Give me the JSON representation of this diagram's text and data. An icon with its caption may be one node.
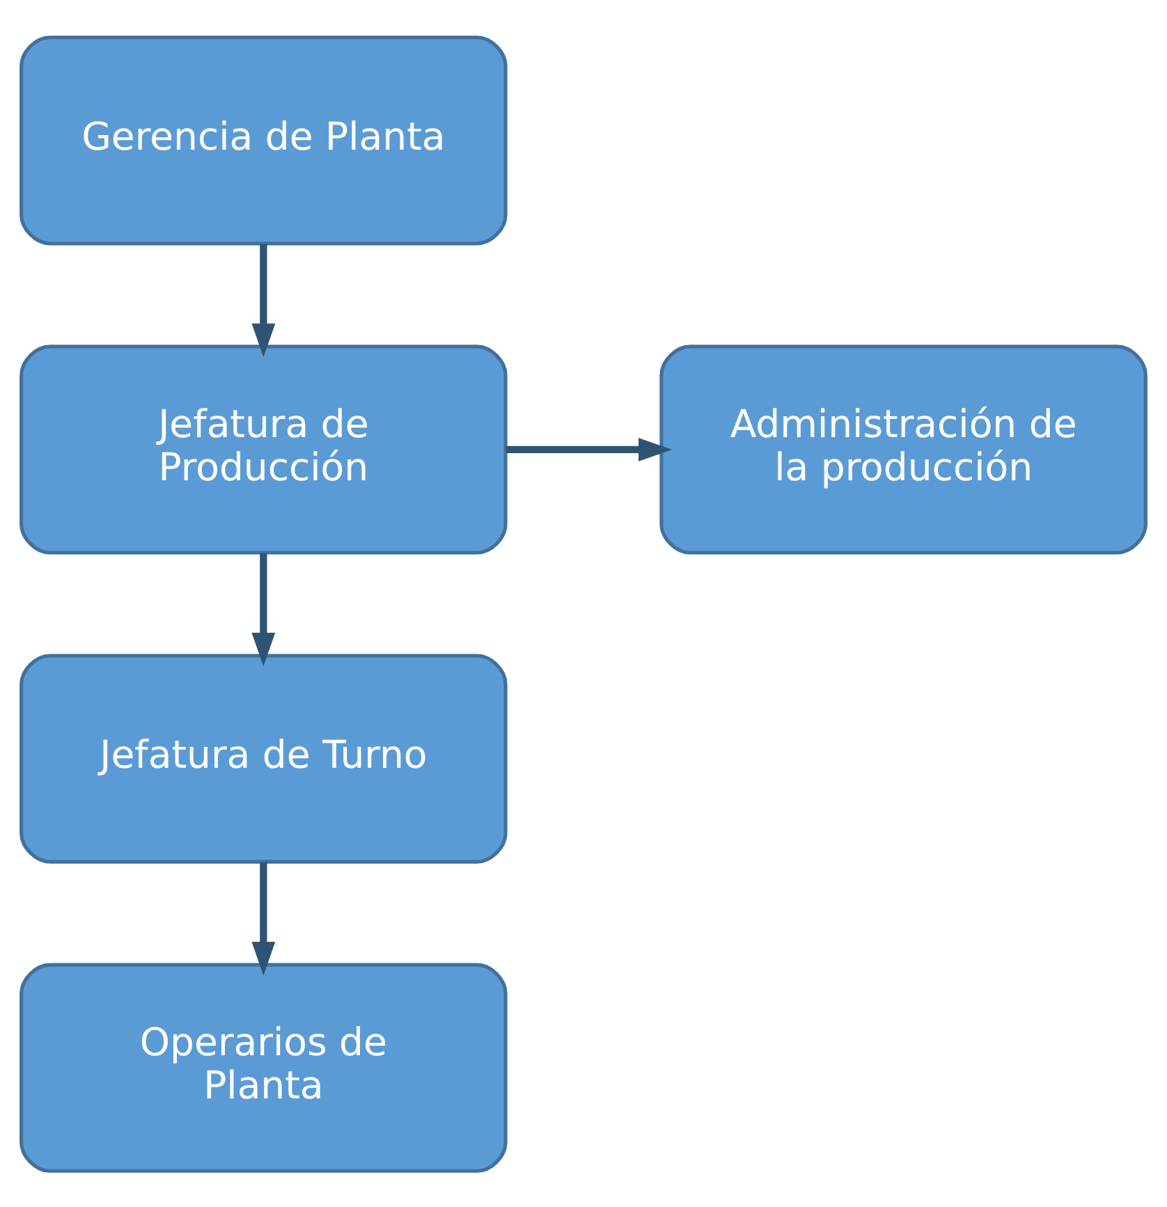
{
  "diagram": {
    "nodes": [
      {
        "text": [
          "Gerencia de Planta"
        ]
      },
      {
        "text": [
          "Jefatura de Producción"
        ]
      },
      {
        "text": [
          "Administración de la producción"
        ]
      },
      {
        "text": [
          "Jefatura de Turno"
        ]
      },
      {
        "text": [
          "Operarios de Planta"
        ]
      }
    ],
    "edges": [
      {
        "from": 0,
        "to": 1,
        "arrow": "to"
      },
      {
        "from": 1,
        "to": 2,
        "arrow": "to"
      },
      {
        "from": 1,
        "to": 3,
        "arrow": "to"
      },
      {
        "from": 3,
        "to": 4,
        "arrow": "to"
      }
    ]
  }
}
